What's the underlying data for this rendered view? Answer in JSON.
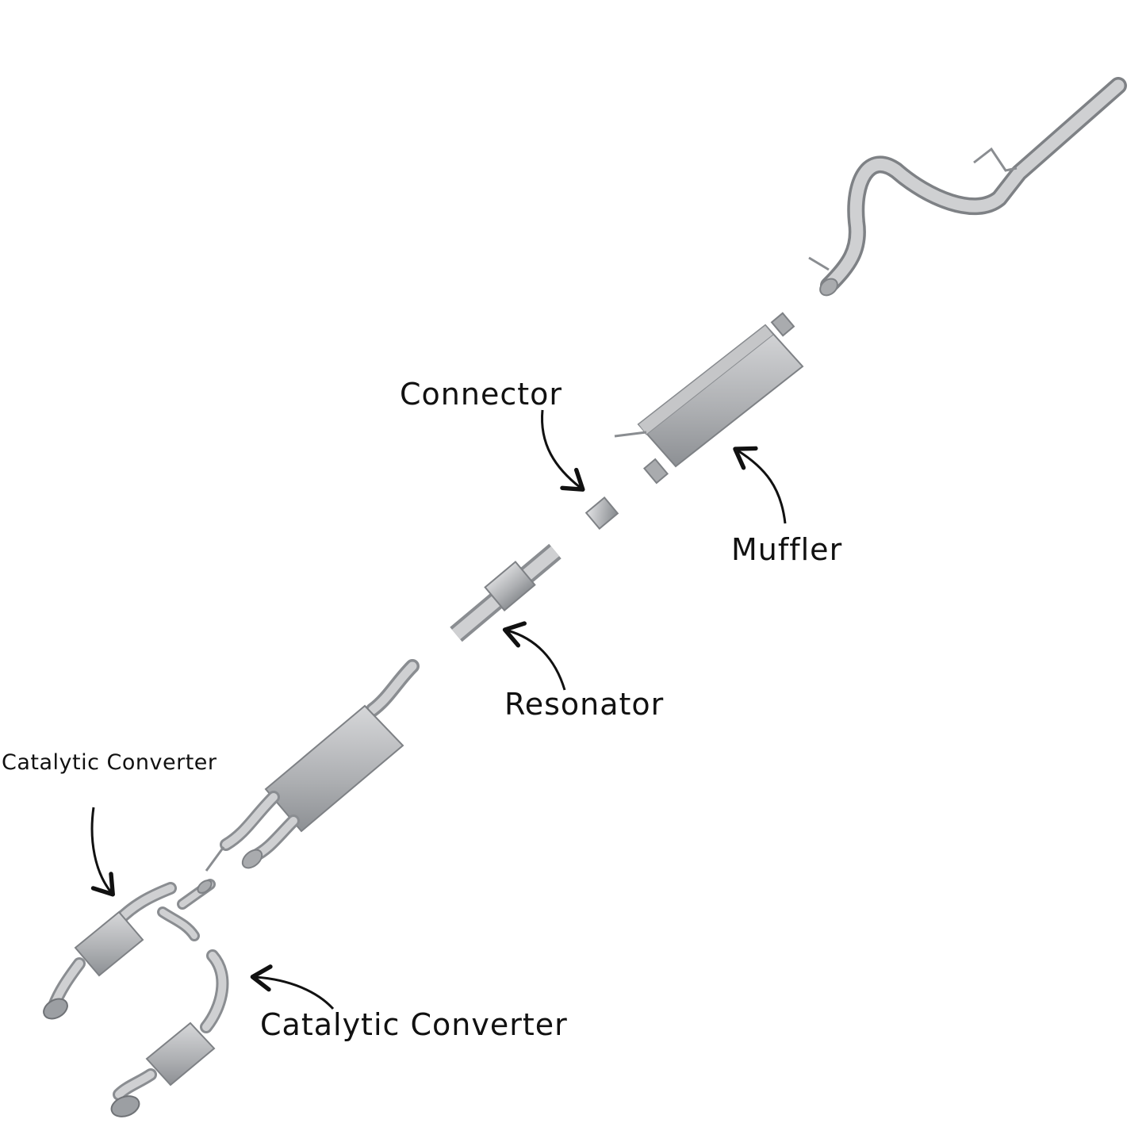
{
  "labels": {
    "connector": "Connector",
    "muffler": "Muffler",
    "resonator": "Resonator",
    "catalytic_converter_left": "Catalytic Converter",
    "catalytic_converter_bottom": "Catalytic Converter"
  },
  "colors": {
    "metal_light": "#d4d5d7",
    "metal_mid": "#a9abae",
    "metal_dark": "#7e8185",
    "arrow": "#111111",
    "background": "#ffffff"
  }
}
